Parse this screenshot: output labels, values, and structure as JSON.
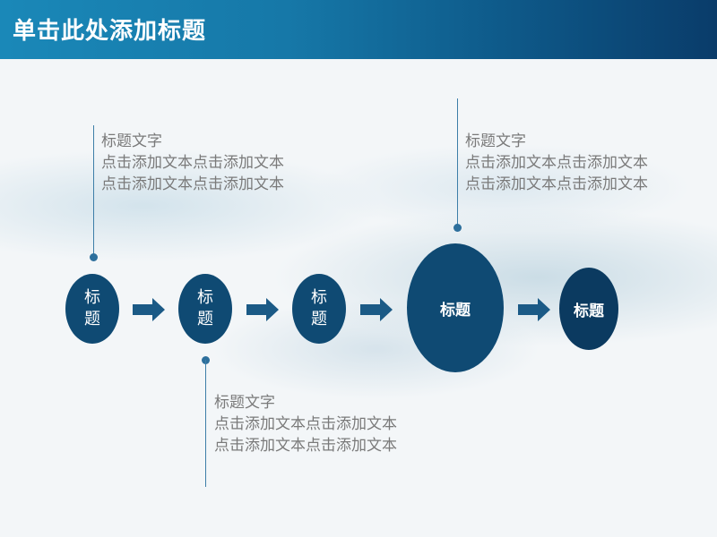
{
  "header": {
    "title": "单击此处添加标题"
  },
  "callouts": [
    {
      "title": "标题文字",
      "line1": "点击添加文本点击添加文本",
      "line2": "点击添加文本点击添加文本"
    },
    {
      "title": "标题文字",
      "line1": "点击添加文本点击添加文本",
      "line2": "点击添加文本点击添加文本"
    },
    {
      "title": "标题文字",
      "line1": "点击添加文本点击添加文本",
      "line2": "点击添加文本点击添加文本"
    }
  ],
  "nodes": [
    {
      "label_top": "标",
      "label_bottom": "题"
    },
    {
      "label_top": "标",
      "label_bottom": "题"
    },
    {
      "label_top": "标",
      "label_bottom": "题"
    },
    {
      "label": "标题"
    },
    {
      "label": "标题"
    }
  ],
  "colors": {
    "header_start": "#1a88b8",
    "header_end": "#0a3c6a",
    "node": "#0f4a73",
    "node_dark": "#0b3a60",
    "arrow": "#1b5a86",
    "text": "#7a7a7a"
  }
}
